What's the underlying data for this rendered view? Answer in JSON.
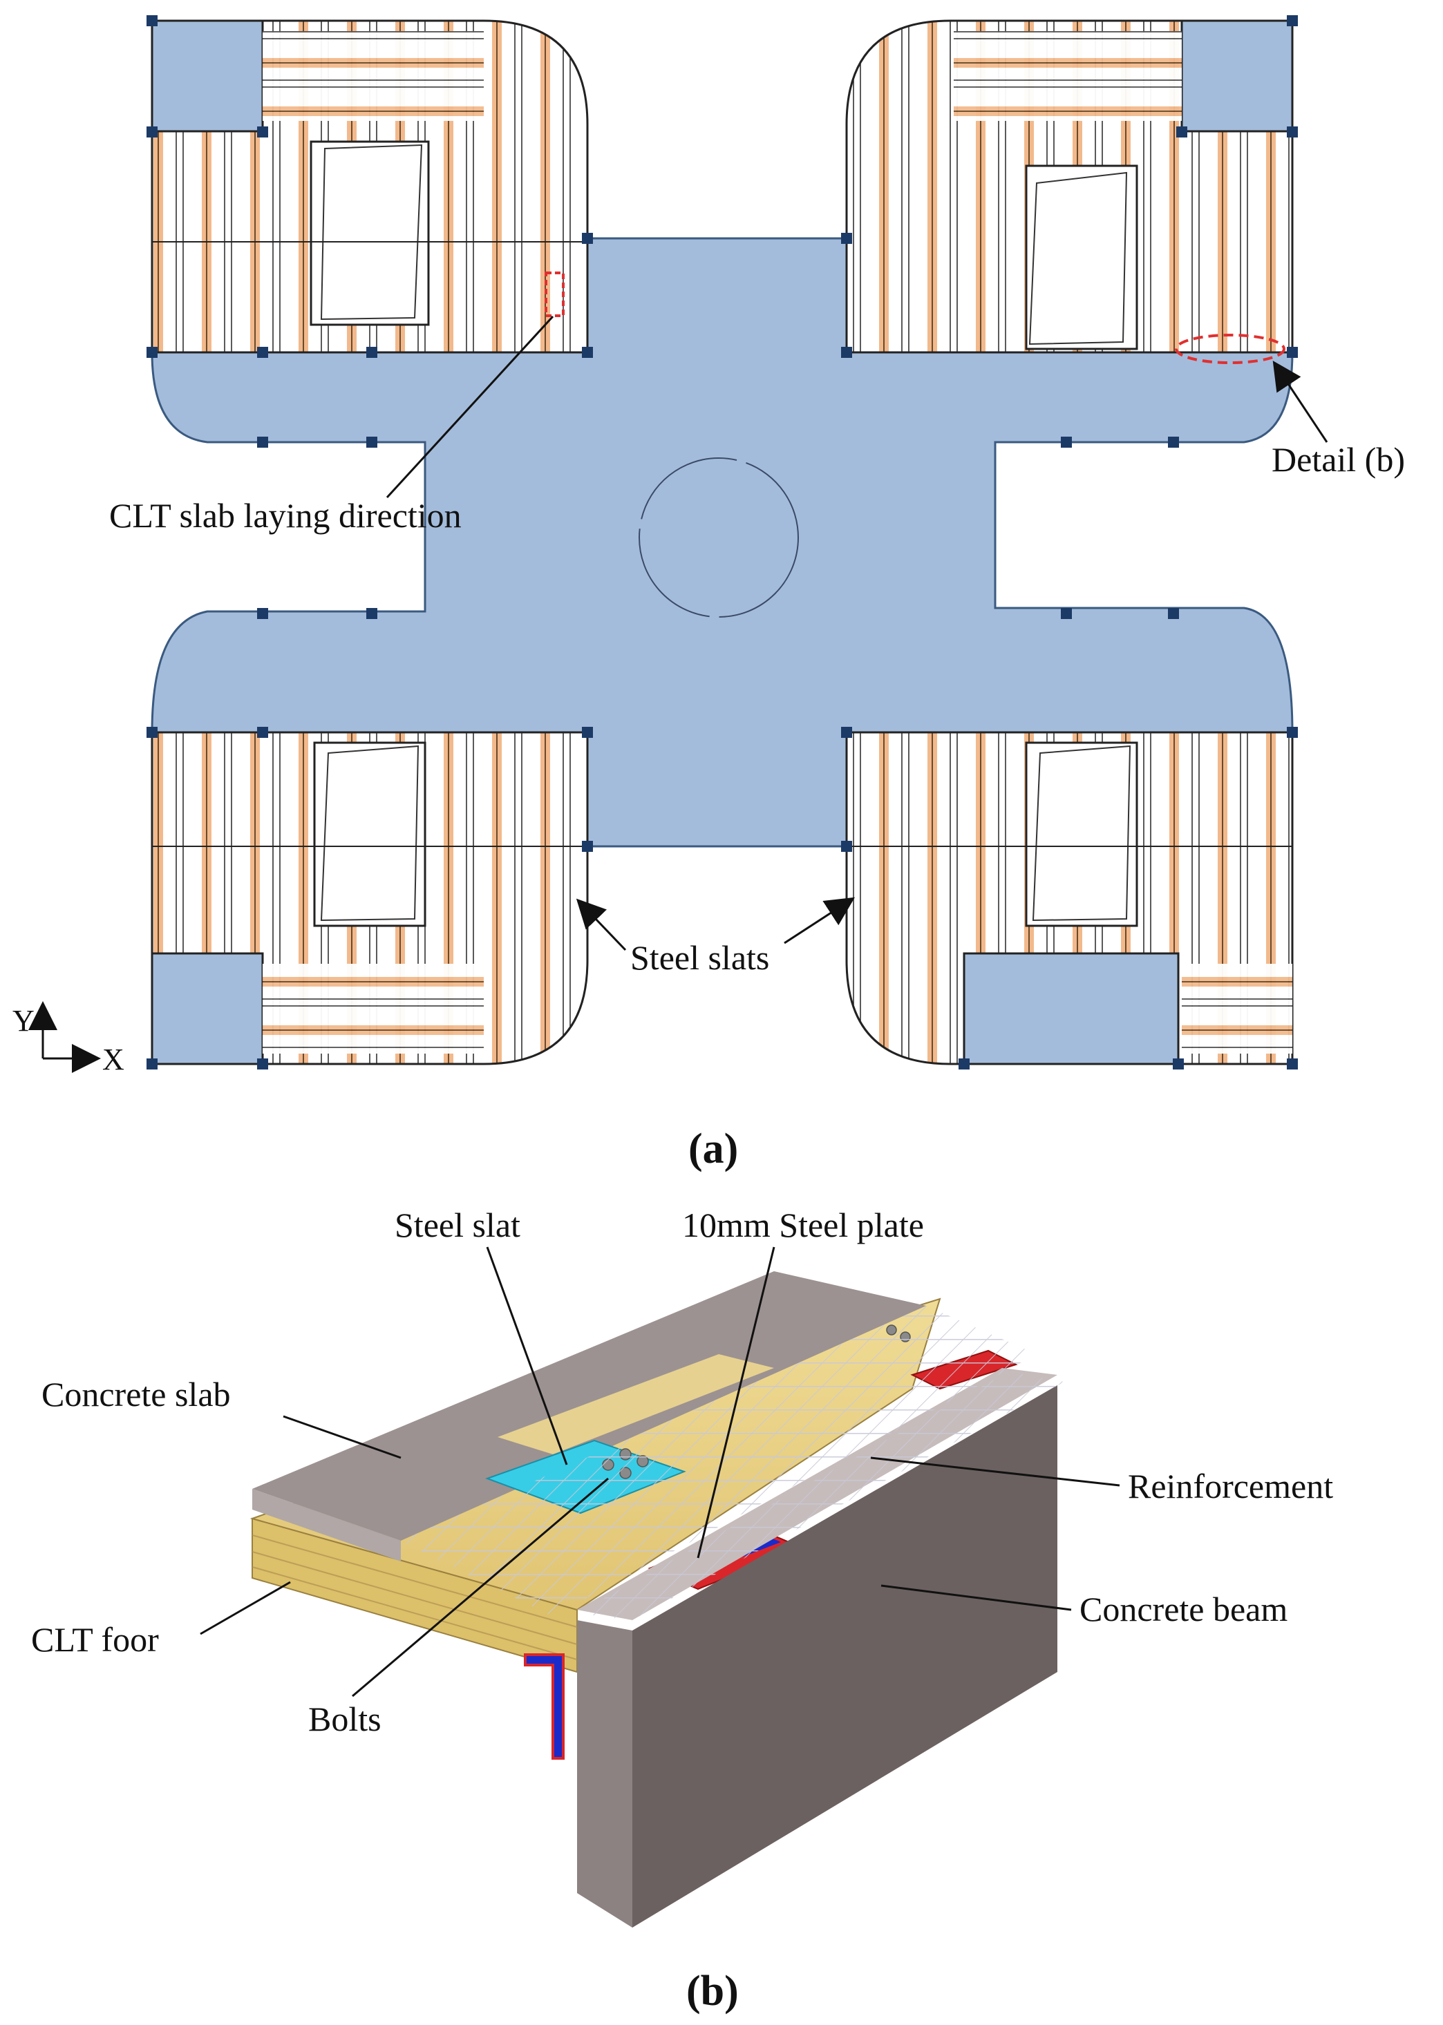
{
  "panel_a": {
    "caption": "(a)",
    "labels": {
      "clt_direction": "CLT slab laying direction",
      "detail_b": "Detail (b)",
      "steel_slats": "Steel slats",
      "axis_y": "Y",
      "axis_x": "X"
    }
  },
  "panel_b": {
    "caption": "(b)",
    "labels": {
      "steel_slat": "Steel slat",
      "steel_plate": "10mm Steel plate",
      "concrete_slab": "Concrete slab",
      "reinforcement": "Reinforcement",
      "clt_floor": "CLT foor",
      "concrete_beam": "Concrete beam",
      "bolts": "Bolts"
    }
  },
  "colors": {
    "concrete_core": "#a4bcdb",
    "clt_strip": "#f2b98c",
    "steel_slat": "#38cde6",
    "steel_plate": "#d9262b",
    "steel_plate_side": "#1a2bcc",
    "timber": "#e8cf80",
    "concrete_slab": "#9c9291",
    "concrete_beam": "#6b6160",
    "callout_red": "#e03030"
  }
}
